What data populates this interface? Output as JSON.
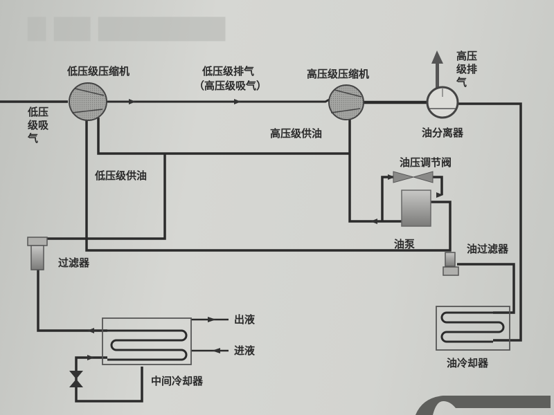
{
  "diagram": {
    "colors": {
      "pipe": "#2b2b2b",
      "component_fill": "#9c9c9a",
      "paper": "#d3d4d0"
    },
    "components": {
      "lp_compressor": "低压级压缩机",
      "hp_compressor": "高压级压缩机",
      "oil_separator": "油分离器",
      "oil_pressure_valve": "油压调节阀",
      "oil_pump": "油泵",
      "oil_filter": "油过滤器",
      "oil_cooler": "油冷却器",
      "filter": "过滤器",
      "intercooler": "中间冷却器"
    },
    "flows": {
      "lp_suction": "低压级吸气",
      "lp_discharge": "低压级排气",
      "hp_suction": "（高压级吸气）",
      "hp_discharge": "高压级排气",
      "hp_oil_supply": "高压级供油",
      "lp_oil_supply": "低压级供油",
      "liquid_out": "出液",
      "liquid_in": "进液"
    }
  }
}
